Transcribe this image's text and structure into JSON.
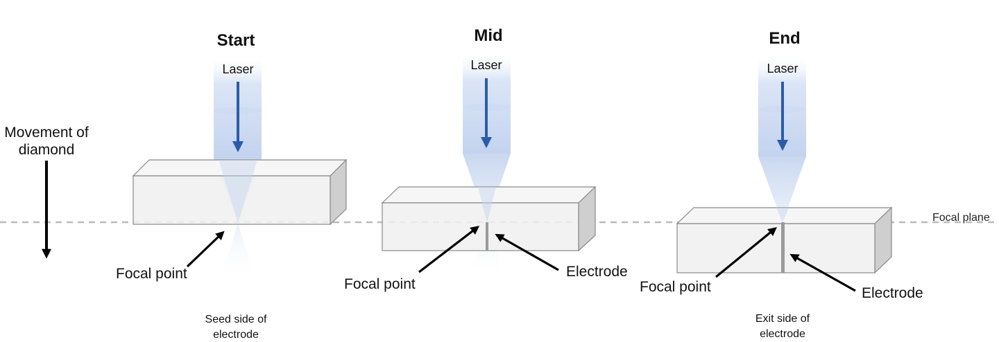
{
  "stages": [
    {
      "title": "Start",
      "laser_label": "Laser",
      "bottom_label_1": "Seed side of",
      "bottom_label_2": "electrode",
      "focal_point_label": "Focal point"
    },
    {
      "title": "Mid",
      "laser_label": "Laser",
      "focal_point_label": "Focal point",
      "electrode_label": "Electrode"
    },
    {
      "title": "End",
      "laser_label": "Laser",
      "bottom_label_1": "Exit side of",
      "bottom_label_2": "electrode",
      "focal_point_label": "Focal point",
      "electrode_label": "Electrode"
    }
  ],
  "movement_label_1": "Movement of",
  "movement_label_2": "diamond",
  "focal_plane_label": "Focal plane",
  "colors": {
    "laser_arrow": "#2a5caa",
    "beam": "#c9d8f2",
    "focal_plane_line": "#bbbbbb",
    "electrode": "#9a9a9a"
  }
}
